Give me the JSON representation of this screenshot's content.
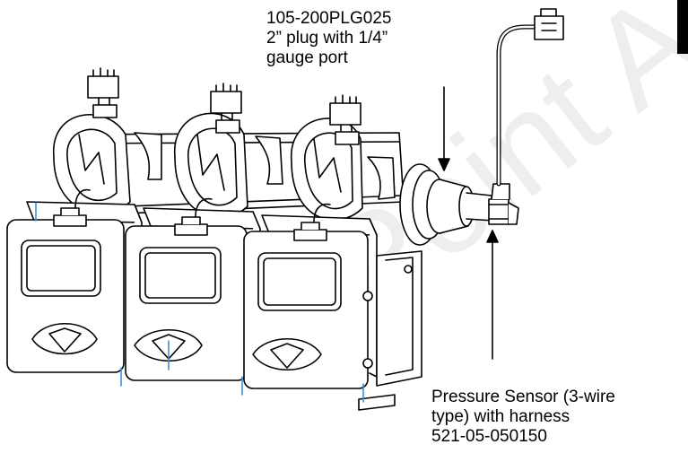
{
  "callouts": {
    "plug": {
      "part_number": "105-200PLG025",
      "line2": "2” plug with 1/4”",
      "line3": "gauge port"
    },
    "sensor": {
      "line1": "Pressure Sensor (3-wire",
      "line2": "type) with harness",
      "part_number": "521-05-050150"
    }
  },
  "watermark": "Point A",
  "colors": {
    "stroke": "#000000",
    "accent_edge": "#3a8fd6",
    "background": "#ffffff",
    "watermark": "#eeeeee"
  },
  "modules": [
    {
      "id": "module-1"
    },
    {
      "id": "module-2"
    },
    {
      "id": "module-3"
    }
  ]
}
